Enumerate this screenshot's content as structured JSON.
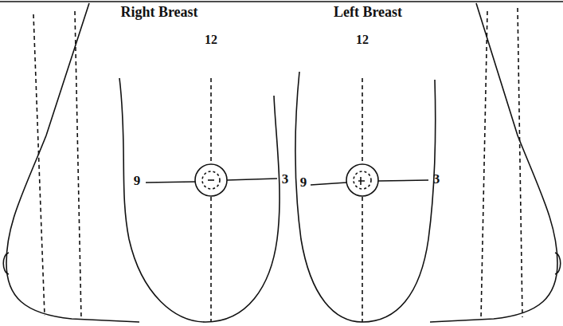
{
  "diagram": {
    "labels": [
      "Right Breast",
      "Left Breast",
      "12",
      "12",
      "9",
      "3",
      "9",
      "3"
    ]
  }
}
